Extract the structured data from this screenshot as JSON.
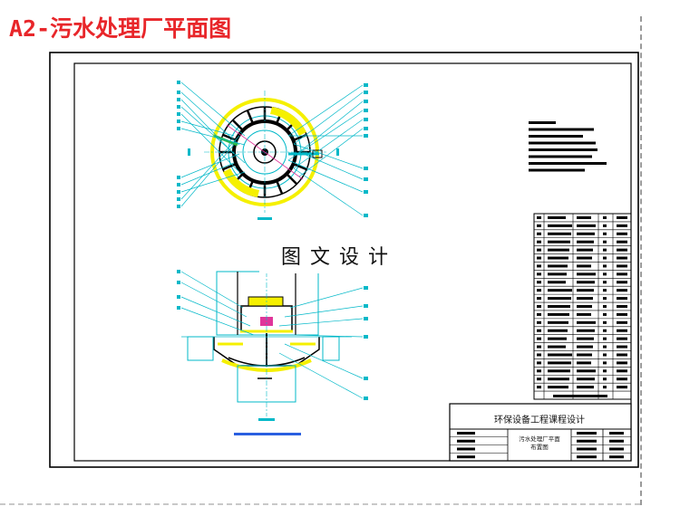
{
  "header": {
    "title": "A2-污水处理厂平面图"
  },
  "watermark": {
    "text": "图文设计"
  },
  "title_block": {
    "project_title": "环保设备工程课程设计",
    "drawing_name_line1": "污水处理厂平面",
    "drawing_name_line2": "布置图"
  },
  "colors": {
    "title_red": "#e8262a",
    "cad_cyan": "#00b8c8",
    "cad_yellow": "#f5f000",
    "cad_black": "#000000",
    "cad_magenta": "#e0359a",
    "cad_green": "#2db84b",
    "cad_blue": "#2a5fe0"
  },
  "icons": [
    "plan-view-circle",
    "section-view-tank",
    "equipment-table",
    "title-block"
  ]
}
